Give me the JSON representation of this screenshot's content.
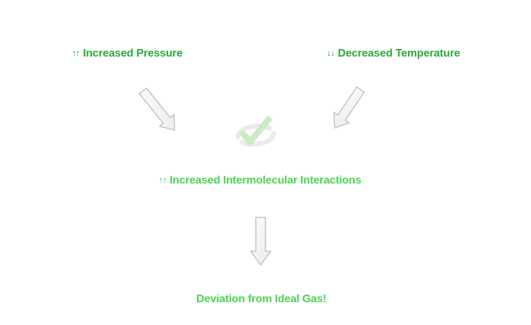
{
  "diagram": {
    "top_left": {
      "prefix": "↑↑",
      "label": "Increased Pressure"
    },
    "top_right": {
      "prefix": "↓↓",
      "label": "Decreased Temperature"
    },
    "middle": {
      "prefix": "↑↑",
      "label": "Increased Intermolecular Interactions"
    },
    "bottom": {
      "label": "Deviation from Ideal Gas!"
    }
  },
  "icons": {
    "left_arrow": "block-arrow-down-right",
    "right_arrow": "block-arrow-down-left",
    "center_arrow": "block-arrow-down",
    "watermark": "checkmark-swirl-logo-watermark",
    "up_arrows": "double-up-arrow",
    "down_arrows": "double-down-arrow"
  },
  "colors": {
    "label_green": "#2EA83E",
    "highlight_green": "#4BD454",
    "arrow_fill_start": "#fcfcfc",
    "arrow_fill_end": "#ebebeb",
    "arrow_stroke": "#c4c4c4",
    "watermark_gray": "#e9e9e9",
    "watermark_green": "#c8e8bd",
    "background": "#ffffff"
  }
}
